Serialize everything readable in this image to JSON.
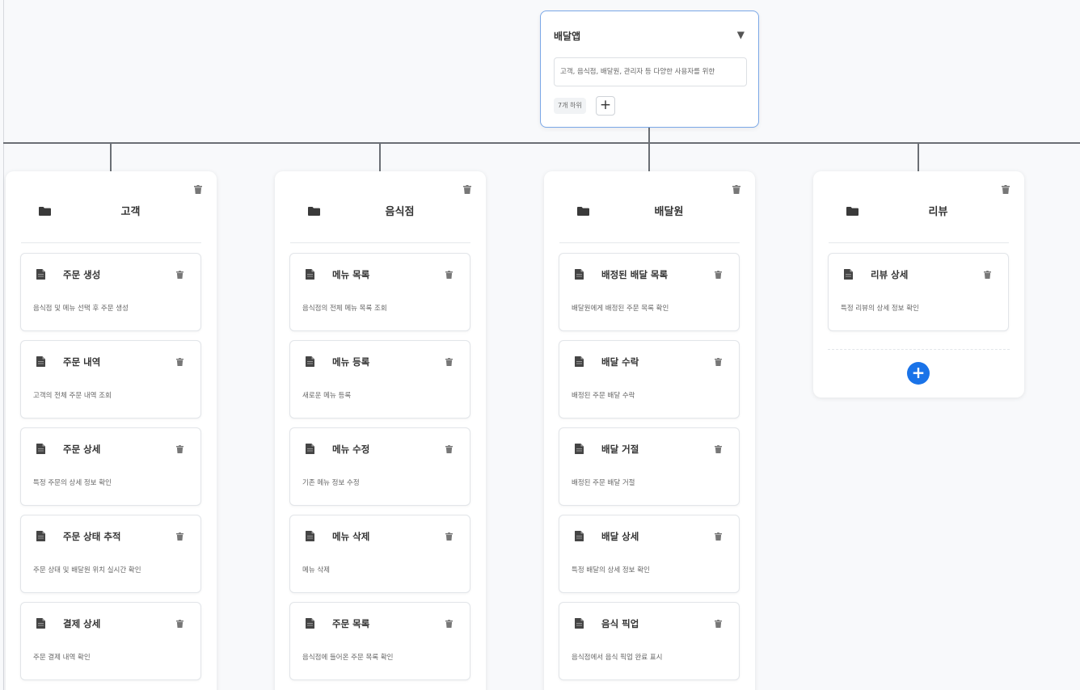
{
  "root": {
    "title": "배달앱",
    "description": "고객, 음식점, 배달원, 관리자 등 다양한 사용자를 위한",
    "children_count": "7개 하위",
    "add_symbol": "+",
    "caret_symbol": "▼"
  },
  "columns": [
    {
      "title": "고객",
      "cards": [
        {
          "title": "주문 생성",
          "desc": "음식점 및 메뉴 선택 후 주문 생성"
        },
        {
          "title": "주문 내역",
          "desc": "고객의 전체 주문 내역 조회"
        },
        {
          "title": "주문 상세",
          "desc": "특정 주문의 상세 정보 확인"
        },
        {
          "title": "주문 상태 추적",
          "desc": "주문 상태 및 배달원 위치 실시간 확인"
        },
        {
          "title": "결제 상세",
          "desc": "주문 결제 내역 확인"
        }
      ]
    },
    {
      "title": "음식점",
      "cards": [
        {
          "title": "메뉴 목록",
          "desc": "음식점의 전체 메뉴 목록 조회"
        },
        {
          "title": "메뉴 등록",
          "desc": "새로운 메뉴 등록"
        },
        {
          "title": "메뉴 수정",
          "desc": "기존 메뉴 정보 수정"
        },
        {
          "title": "메뉴 삭제",
          "desc": "메뉴 삭제"
        },
        {
          "title": "주문 목록",
          "desc": "음식점에 들어온 주문 목록 확인"
        }
      ]
    },
    {
      "title": "배달원",
      "cards": [
        {
          "title": "배정된 배달 목록",
          "desc": "배달원에게 배정된 주문 목록 확인"
        },
        {
          "title": "배달 수락",
          "desc": "배정된 주문 배달 수락"
        },
        {
          "title": "배달 거절",
          "desc": "배정된 주문 배달 거절"
        },
        {
          "title": "배달 상세",
          "desc": "특정 배달의 상세 정보 확인"
        },
        {
          "title": "음식 픽업",
          "desc": "음식점에서 음식 픽업 완료 표시"
        }
      ]
    },
    {
      "title": "리뷰",
      "cards": [
        {
          "title": "리뷰 상세",
          "desc": "특정 리뷰의 상세 정보 확인"
        }
      ],
      "add_symbol": "+"
    }
  ],
  "icons": {
    "folder": "folder-icon",
    "document": "document-icon",
    "trash": "trash-icon",
    "add": "plus-circle-icon",
    "caret": "caret-down-icon"
  },
  "colors": {
    "accent": "#1a73e8",
    "root_border": "#7aa7e6",
    "connector": "#6b6f75",
    "background": "#f8f9fb"
  }
}
